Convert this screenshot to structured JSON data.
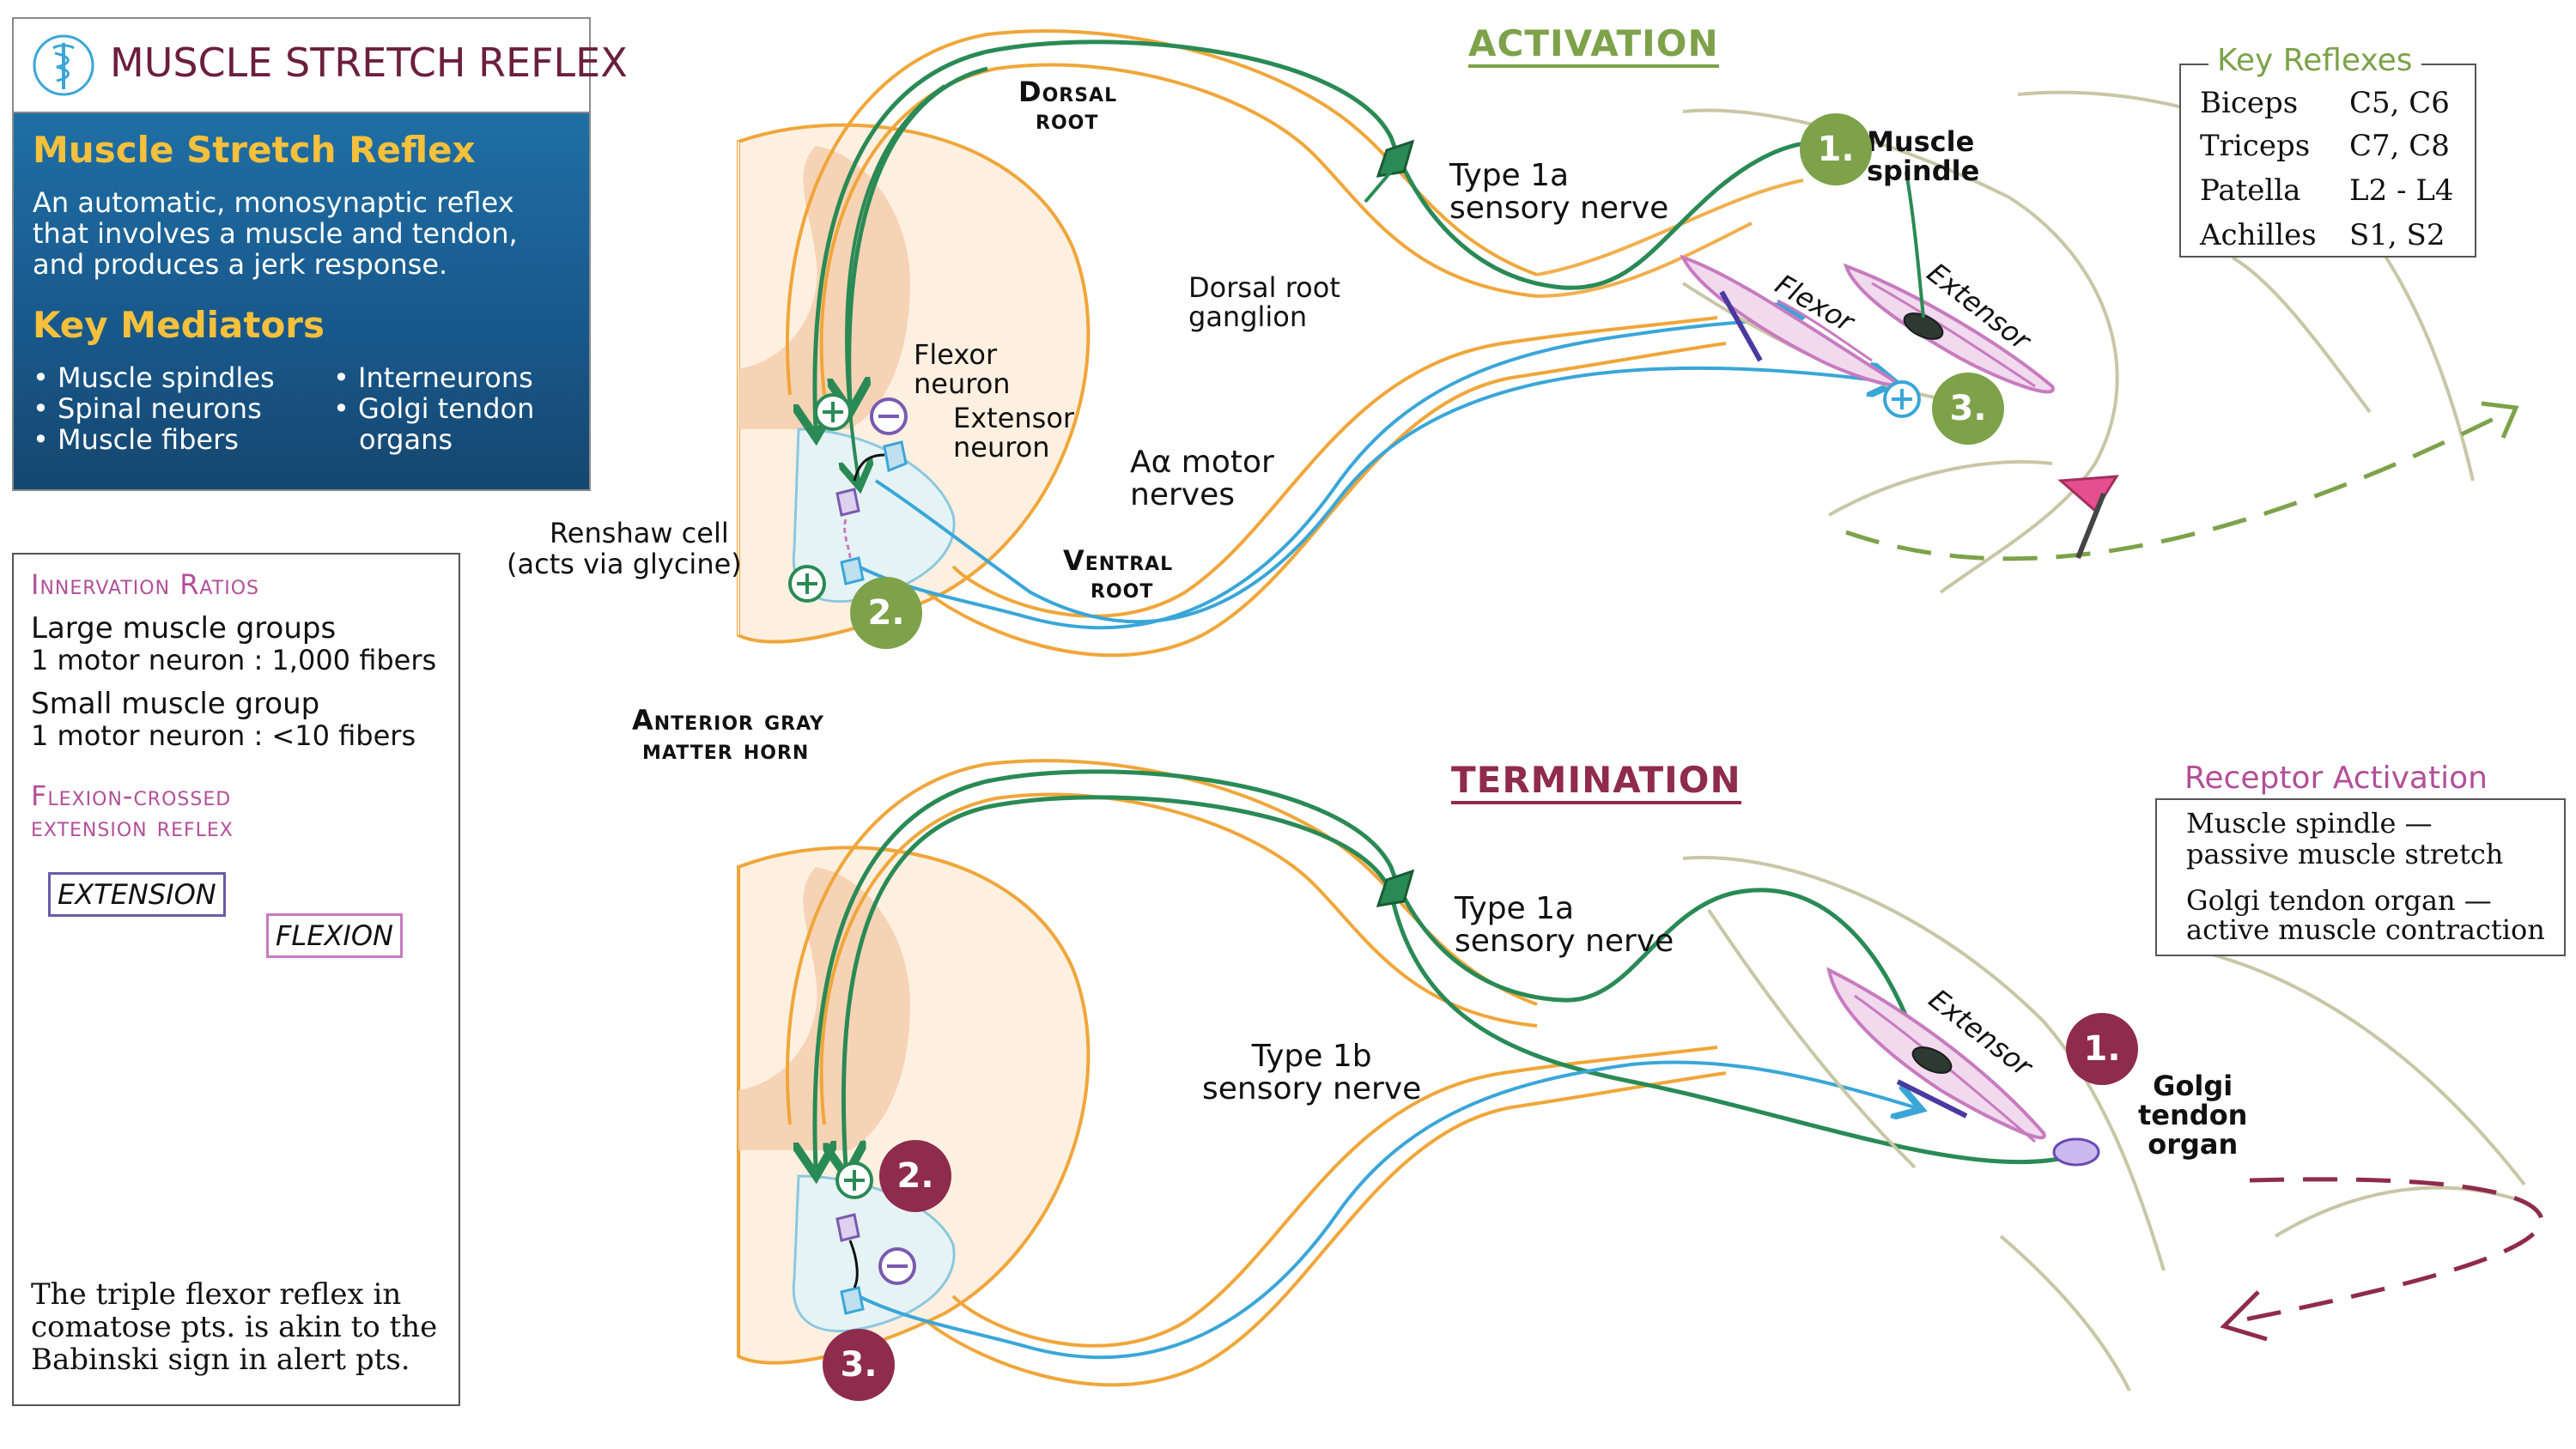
{
  "header": {
    "title": "MUSCLE STRETCH REFLEX",
    "subtitle": "Muscle Stretch Reflex",
    "description_lines": [
      "An automatic, monosynaptic reflex",
      "that involves a muscle and tendon,",
      "and produces a jerk response."
    ],
    "mediators_heading": "Key Mediators",
    "mediators_col1": [
      "Muscle spindles",
      "Spinal neurons",
      "Muscle fibers"
    ],
    "mediators_col2": [
      "Interneurons",
      "Golgi tendon",
      "organs"
    ]
  },
  "innervation": {
    "heading": "Innervation Ratios",
    "large_label": "Large muscle groups",
    "large_value": "1 motor neuron : 1,000 fibers",
    "small_label": "Small muscle group",
    "small_value": "1 motor neuron : <10 fibers",
    "crossed_heading_1": "Flexion-crossed",
    "crossed_heading_2": "extension reflex",
    "extension_tag": "EXTENSION",
    "flexion_tag": "FLEXION",
    "note_lines": [
      "The triple flexor reflex in",
      "comatose pts. is akin to the",
      "Babinski sign in alert pts."
    ]
  },
  "activation": {
    "title": "ACTIVATION",
    "dorsal_root_1": "Dorsal",
    "dorsal_root_2": "root",
    "type1a_1": "Type 1a",
    "type1a_2": "sensory nerve",
    "drg_1": "Dorsal root",
    "drg_2": "ganglion",
    "flexor_neuron_1": "Flexor",
    "flexor_neuron_2": "neuron",
    "extensor_neuron_1": "Extensor",
    "extensor_neuron_2": "neuron",
    "motor_1": "Aα motor",
    "motor_2": "nerves",
    "renshaw_1": "Renshaw cell",
    "renshaw_2": "(acts via glycine)",
    "ventral_1": "Ventral",
    "ventral_2": "root",
    "anterior_1": "Anterior gray",
    "anterior_2": "matter horn",
    "spindle_1": "Muscle",
    "spindle_2": "spindle",
    "flexor_muscle": "Flexor",
    "extensor_muscle": "Extensor",
    "step1": "1.",
    "step2": "2.",
    "step3": "3."
  },
  "termination": {
    "title": "TERMINATION",
    "type1a_1": "Type 1a",
    "type1a_2": "sensory nerve",
    "type1b_1": "Type 1b",
    "type1b_2": "sensory nerve",
    "extensor_muscle": "Extensor",
    "golgi_1": "Golgi",
    "golgi_2": "tendon",
    "golgi_3": "organ",
    "step1": "1.",
    "step2": "2.",
    "step3": "3."
  },
  "key_reflexes": {
    "title": "Key Reflexes",
    "rows": [
      {
        "name": "Biceps",
        "level": "C5, C6"
      },
      {
        "name": "Triceps",
        "level": "C7, C8"
      },
      {
        "name": "Patella",
        "level": "L2 - L4"
      },
      {
        "name": "Achilles",
        "level": "S1, S2"
      }
    ]
  },
  "receptor_activation": {
    "title": "Receptor Activation",
    "line1": "Muscle spindle —",
    "line2": "passive muscle stretch",
    "line3": "Golgi tendon organ —",
    "line4": "active muscle contraction"
  },
  "colors": {
    "green_nerve": "#2a8a55",
    "blue_nerve": "#3aa6d8",
    "orange_outline": "#f0a63a",
    "cord_fill": "#fdf0e1",
    "muscle_pink": "#c77bbf",
    "accent_green": "#7da24a",
    "accent_red": "#8f2b4c",
    "title_maroon": "#6b1f3b",
    "panel_blue": "#1f6fa5"
  }
}
